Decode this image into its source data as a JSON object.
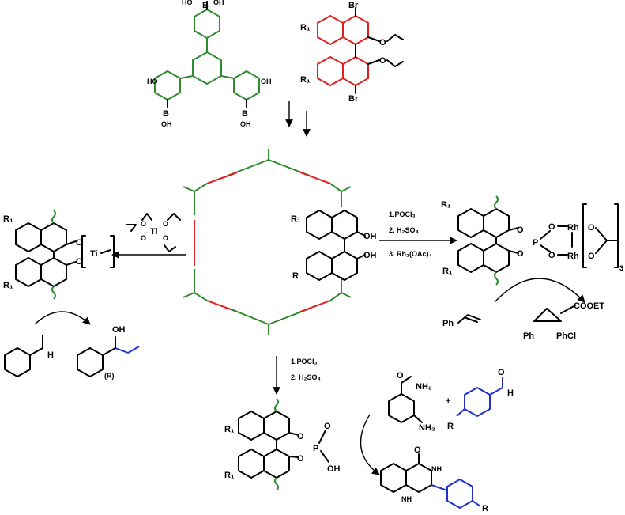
{
  "colors": {
    "green": "#2e8b2e",
    "red": "#e02020",
    "blue": "#1f2fd0",
    "black": "#000000"
  },
  "monomers": {
    "boronic_label_left": "HO",
    "boronic_label_B": "B",
    "boronic_label_OH": "OH",
    "binol_R1": "R₁",
    "binol_Br": "Br"
  },
  "center_binol": {
    "R1_top": "R₁",
    "R1_bottom": "R",
    "OH_top": "OH",
    "OH_bottom": "OH"
  },
  "left_branch": {
    "R1_top": "R₁",
    "R1_bottom": "R₁",
    "O_top": "O",
    "O_bottom": "O",
    "metal": "Ti",
    "reagent_O": "O",
    "reagent_Ti": "Ti",
    "product_OH": "OH",
    "product_config": "(R)",
    "aldehyde_H": "H"
  },
  "right_branch": {
    "conditions": [
      "1.POCl₃",
      "2. H₂SO₄",
      "3. Rh₂(OAc)₄"
    ],
    "R1_top": "R₁",
    "R1_bottom": "R₁",
    "O_top": "O",
    "O_bottom": "O",
    "P": "P",
    "O_right_top": "O",
    "O_right_bottom": "O",
    "Rh_top": "Rh",
    "Rh_bottom": "Rh",
    "O_c1": "O",
    "O_c2": "O",
    "subscript_3": "3",
    "substrate": "Ph",
    "product_ester": "COOET",
    "product_Ph": "Ph",
    "product_PhCl": "PhCl"
  },
  "bottom_branch": {
    "conditions": [
      "1.POCl₃",
      "2. H₂SO₄"
    ],
    "R1_top": "R₁",
    "R1_bottom": "R₁",
    "O_top": "O",
    "O_bottom": "O",
    "P": "P",
    "P_O": "O",
    "P_OH": "OH",
    "amide_O": "O",
    "amide_NH2": "NH₂",
    "amine_NH2": "NH₂",
    "plus": "+",
    "aldehyde_O": "O",
    "aldehyde_H": "H",
    "aldehyde_R": "R",
    "product_O": "O",
    "product_NH_top": "NH",
    "product_NH_bottom": "NH",
    "product_R": "R"
  }
}
